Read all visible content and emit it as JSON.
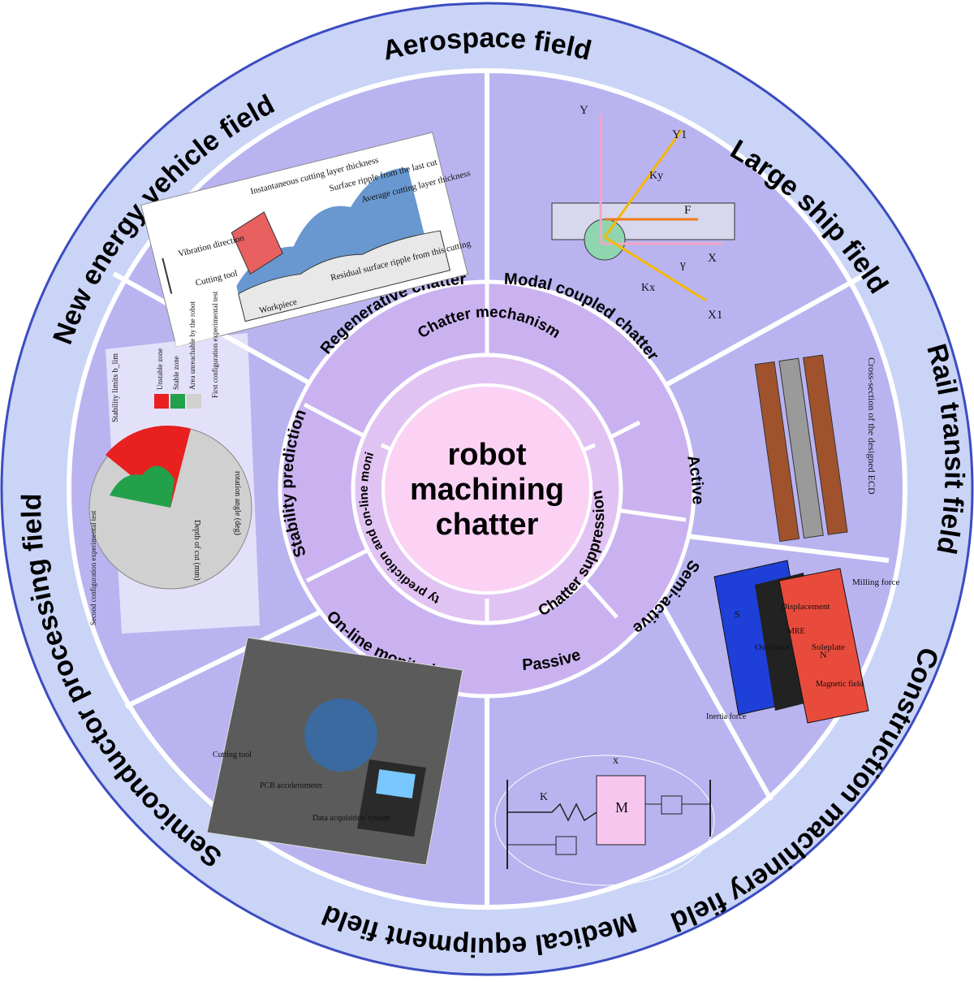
{
  "colors": {
    "outer_ring": "#c9d4f7",
    "outer_edge": "#3b4cc0",
    "panels": "#b9b4f0",
    "ring_mid": "#cab2f1",
    "ring_inner": "#e1c3f3",
    "center": "#fbd2f4",
    "dividers": "#ffffff"
  },
  "outer_fields": [
    {
      "id": "aerospace",
      "label": "Aerospace field"
    },
    {
      "id": "ship",
      "label": "Large ship field"
    },
    {
      "id": "rail",
      "label": "Rail transit field"
    },
    {
      "id": "construction",
      "label": "Construction machinery field"
    },
    {
      "id": "medical",
      "label": "Medical equipment field"
    },
    {
      "id": "semiconductor",
      "label": "Semiconductor processing field"
    },
    {
      "id": "vehicle",
      "label": "New energy vehicle field"
    }
  ],
  "center": {
    "line1": "robot",
    "line2": "machining",
    "line3": "chatter"
  },
  "categories": {
    "mechanism": "Chatter mechanism",
    "suppression": "Chatter suppression",
    "stability": "Stability prediction and on-line monitoring"
  },
  "subcategories": {
    "regenerative": "Regenerative chatter",
    "modal": "Modal coupled chatter",
    "active": "Active",
    "semi_active": "Semi-active",
    "passive": "Passive",
    "online": "On-line monitoring",
    "prediction": "Stability prediction"
  },
  "panel_regenerative": {
    "instantaneous": "Instantaneous cutting layer thickness",
    "ripple_last": "Surface ripple from the last cut",
    "average": "Average cutting layer thickness",
    "vibration": "Vibration direction",
    "tool": "Cutting tool",
    "residual": "Residual surface ripple from this cutting",
    "workpiece": "Workpiece"
  },
  "panel_modal": {
    "y": "Y",
    "y1": "Y1",
    "ky": "Ky",
    "f": "F",
    "x": "X",
    "kx": "Kx",
    "x1": "X1",
    "gamma": "γ"
  },
  "panel_active": {
    "caption": "Cross-section of the designed ECD"
  },
  "panel_semi": {
    "milling": "Milling force",
    "s": "S",
    "n": "N",
    "oscillator": "Oscillator",
    "displacement": "Displacement",
    "mre": "MRE",
    "soleplate": "Soleplate",
    "magnetic": "Magnetic field",
    "inertia": "Inertia force"
  },
  "panel_passive": {
    "x": "x",
    "k": "K",
    "m": "M"
  },
  "panel_online": {
    "tool": "Cutting tool",
    "pcb": "PCB accelerometer",
    "daq": "Data acquisition system"
  },
  "panel_prediction": {
    "limits": "Stability limits b_lim",
    "unstable": "Unstable zone",
    "stable": "Stable zone",
    "unreachable": "Area unreachable by the robot",
    "first": "First configuration experimental test",
    "second": "Second configuration experimental test",
    "depth": "Depth of cut (mm)",
    "rotation": "rotation angle (deg)"
  }
}
